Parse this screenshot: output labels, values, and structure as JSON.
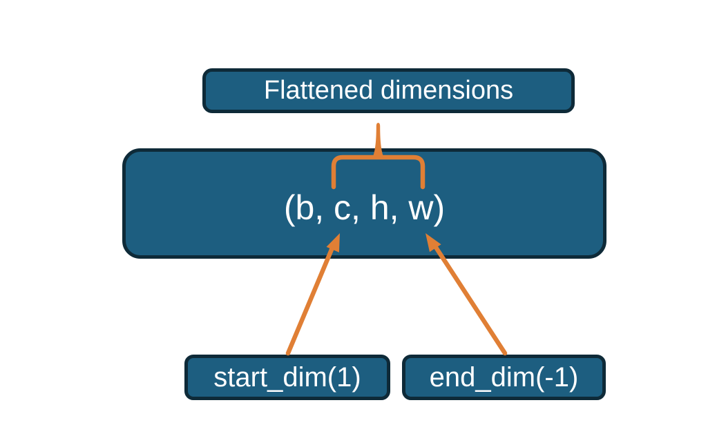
{
  "diagram": {
    "title_node": {
      "label": "Flattened dimensions"
    },
    "tensor_node": {
      "label": "(b, c, h, w)"
    },
    "start_dim_node": {
      "label": "start_dim(1)"
    },
    "end_dim_node": {
      "label": "end_dim(-1)"
    }
  },
  "colors": {
    "background": "#ffffff",
    "node_fill": "#1d5e80",
    "node_border": "#0e2a38",
    "accent_orange": "#e07f35",
    "text_color": "#ffffff"
  }
}
